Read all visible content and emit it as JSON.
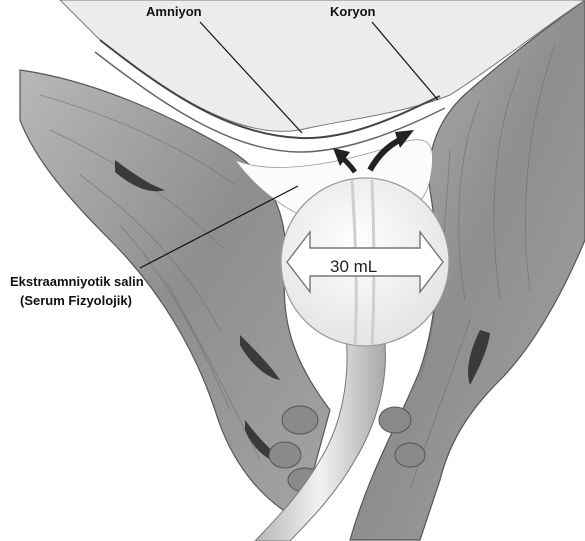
{
  "labels": {
    "amnion": "Amniyon",
    "chorion": "Koryon",
    "saline_line1": "Ekstraamniyotik salin",
    "saline_line2": "(Serum Fizyolojik)",
    "volume": "30 mL"
  },
  "colors": {
    "tissue": "#9a9a9a",
    "tissue_dark": "#4a4a4a",
    "membrane": "#e6e6e6",
    "balloon": "#f4f4f4",
    "catheter": "#d8d8d8",
    "ink": "#111111"
  },
  "icons": [
    "double-headed-arrow",
    "flow-arrow"
  ]
}
